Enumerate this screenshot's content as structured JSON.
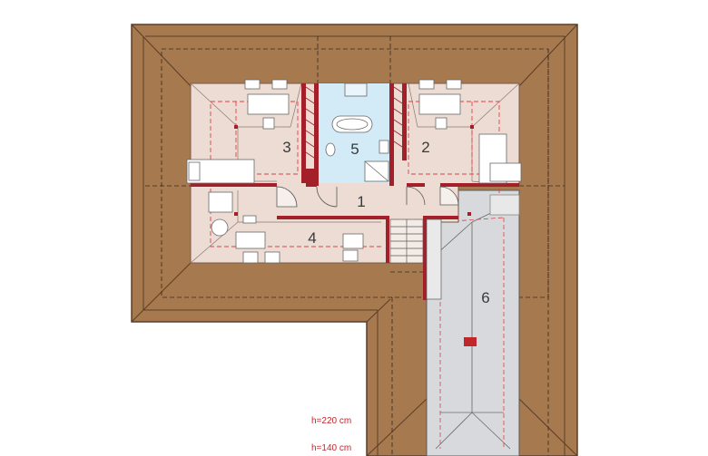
{
  "plan": {
    "colors": {
      "roof": "#a6794e",
      "roof_line": "#5a3e28",
      "room_floor": "#ecdcd3",
      "bathroom_floor": "#d3eaf7",
      "garage_floor": "#d7d9dc",
      "wall": "#a3202a",
      "h_line": "#e0404a"
    },
    "rooms": [
      {
        "number": "1",
        "function": "hall"
      },
      {
        "number": "2",
        "function": "room"
      },
      {
        "number": "3",
        "function": "room"
      },
      {
        "number": "4",
        "function": "room"
      },
      {
        "number": "5",
        "function": "bathroom"
      },
      {
        "number": "6",
        "function": "attic over garage"
      }
    ],
    "height_lines": [
      {
        "label": "h=220 cm"
      },
      {
        "label": "h=140 cm"
      }
    ]
  }
}
